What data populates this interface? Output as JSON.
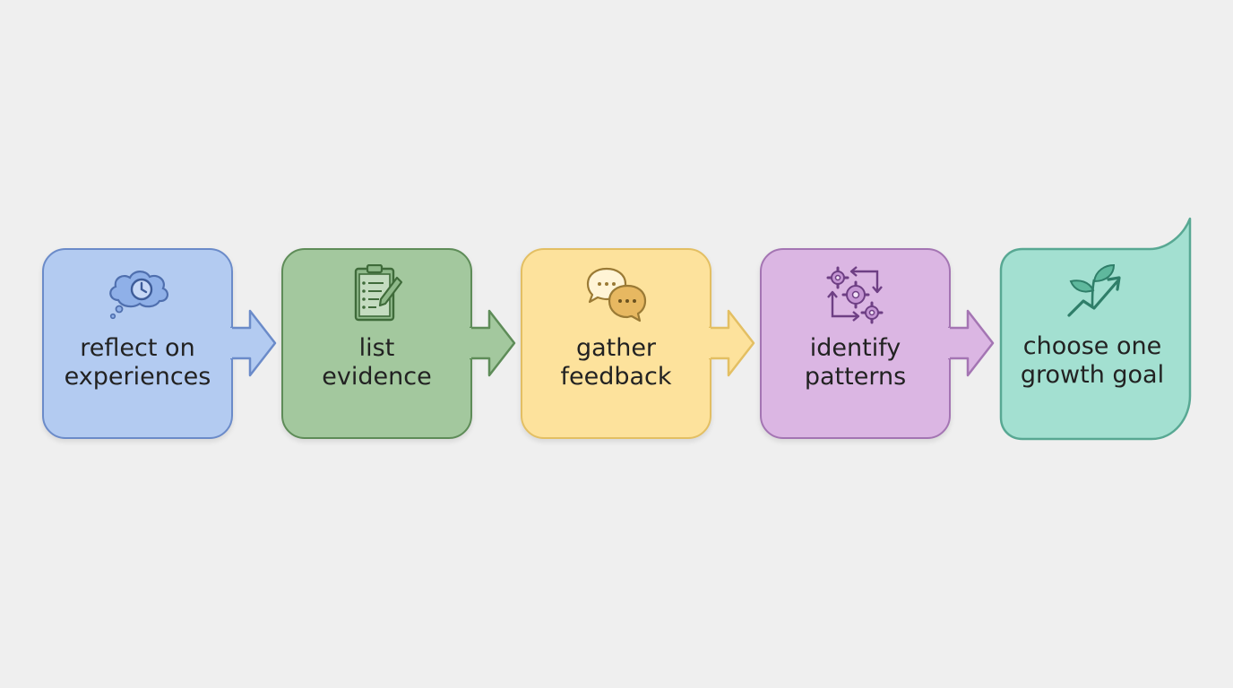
{
  "diagram": {
    "steps": [
      {
        "label": "reflect on\nexperiences",
        "icon": "thought-cloud-clock-icon",
        "fill": "#b3cbf1",
        "stroke": "#6b8bc9"
      },
      {
        "label": "list\nevidence",
        "icon": "clipboard-pencil-icon",
        "fill": "#a3c89e",
        "stroke": "#5e8c58"
      },
      {
        "label": "gather\nfeedback",
        "icon": "speech-bubbles-icon",
        "fill": "#fde29c",
        "stroke": "#e3bf63"
      },
      {
        "label": "identify\npatterns",
        "icon": "gears-cycle-icon",
        "fill": "#dbb6e3",
        "stroke": "#a475b3"
      },
      {
        "label": "choose one\ngrowth goal",
        "icon": "sprout-growth-arrow-icon",
        "fill": "#a3e0d1",
        "stroke": "#58a893"
      }
    ]
  }
}
